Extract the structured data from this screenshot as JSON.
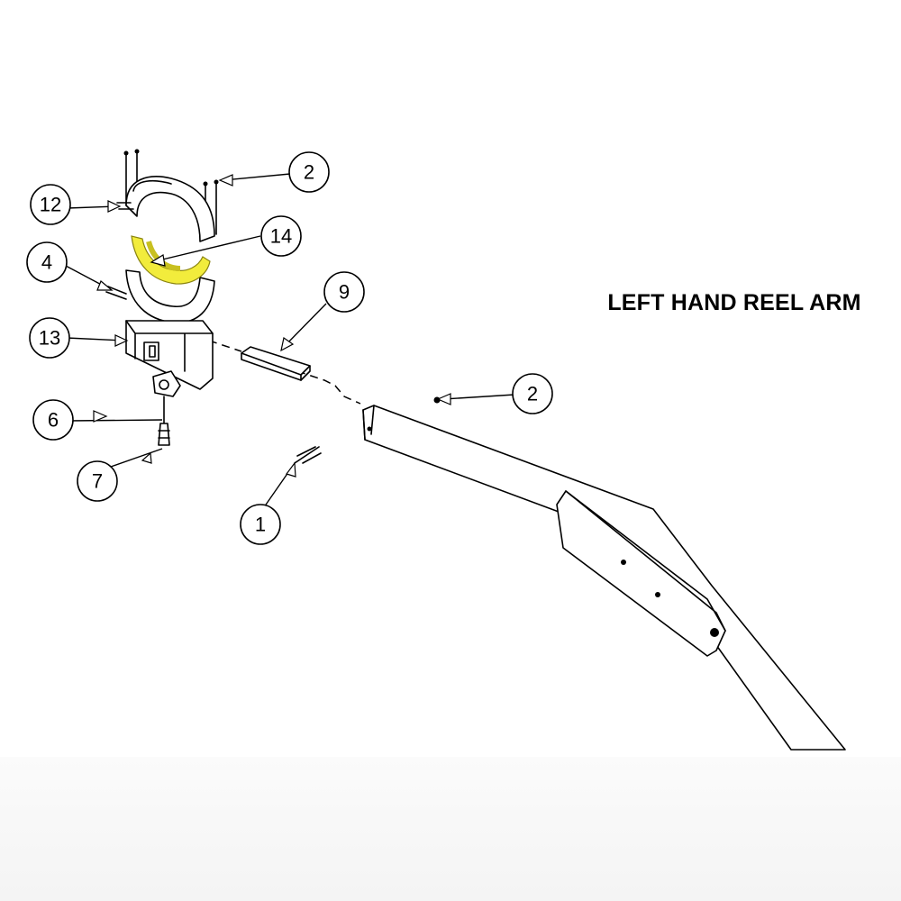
{
  "diagram": {
    "title": "LEFT HAND REEL ARM",
    "callouts": [
      {
        "id": "c1",
        "label": "1"
      },
      {
        "id": "c2a",
        "label": "2"
      },
      {
        "id": "c2b",
        "label": "2"
      },
      {
        "id": "c4",
        "label": "4"
      },
      {
        "id": "c6",
        "label": "6"
      },
      {
        "id": "c7",
        "label": "7"
      },
      {
        "id": "c9",
        "label": "9"
      },
      {
        "id": "c12",
        "label": "12"
      },
      {
        "id": "c13",
        "label": "13"
      },
      {
        "id": "c14",
        "label": "14"
      }
    ],
    "colors": {
      "highlight": "#f2ec3c",
      "line": "#000000",
      "background": "#ffffff"
    }
  }
}
